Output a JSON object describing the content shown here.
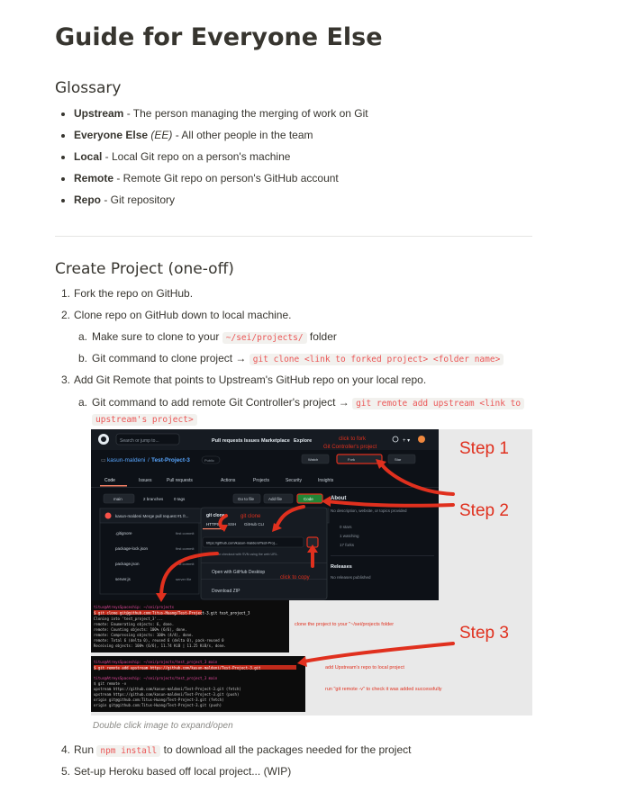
{
  "title": "Guide for Everyone Else",
  "glossary": {
    "heading": "Glossary",
    "items": [
      {
        "term": "Upstream",
        "abbr": "",
        "desc": " - The person managing the merging of work on Git"
      },
      {
        "term": "Everyone Else",
        "abbr": "(EE)",
        "desc": " - All other people in the team"
      },
      {
        "term": "Local",
        "abbr": "",
        "desc": " - Local Git repo on a person's machine"
      },
      {
        "term": "Remote",
        "abbr": "",
        "desc": " - Remote Git repo on person's GitHub account"
      },
      {
        "term": "Repo",
        "abbr": "",
        "desc": " - Git repository"
      }
    ]
  },
  "create": {
    "heading": "Create Project (one-off)",
    "step1": {
      "num": "1.",
      "text": "Fork the repo on GitHub."
    },
    "step2": {
      "num": "2.",
      "text": "Clone repo on GitHub down to local machine.",
      "a": {
        "num": "a.",
        "pre": "Make sure to clone to your ",
        "code": "~/sei/projects/",
        "post": " folder"
      },
      "b": {
        "num": "b.",
        "pre": "Git command to clone project → ",
        "code": "git clone <link to forked project> <folder name>"
      }
    },
    "step3": {
      "num": "3.",
      "text": "Add Git Remote that points to Upstream's GitHub repo on your local repo.",
      "a": {
        "num": "a.",
        "pre": "Git command to add remote Git Controller's project → ",
        "code1": "git remote add upstream <link to",
        "code2": "upstream's project>"
      }
    },
    "step4": {
      "num": "4.",
      "pre": "Run ",
      "code": "npm install",
      "post": " to download all the packages needed for the project"
    },
    "step5": {
      "num": "5.",
      "text": "Set-up Heroku based off local project... (WIP)"
    }
  },
  "screenshot": {
    "caption": "Double click image to expand/open",
    "accent_red": "#e0301e",
    "gh": {
      "search": "Search or jump to...",
      "nav": [
        "Pull requests",
        "Issues",
        "Marketplace",
        "Explore"
      ],
      "repo_owner": "kasun-maldeni",
      "repo_name": "Test-Project-3",
      "repo_badge": "Public",
      "watch": "Watch",
      "fork": "Fork",
      "star": "Star",
      "tabs": [
        "Code",
        "Issues",
        "Pull requests",
        "Actions",
        "Projects",
        "Security",
        "Insights"
      ],
      "branch": "main",
      "branches": "2 branches",
      "tags": "0 tags",
      "goto_file": "Go to file",
      "add_file": "Add file",
      "code_btn": "Code",
      "commit": "kasun-maldeni Merge pull request #1 fr...",
      "files": [
        ".gitignore",
        "package-lock.json",
        "package.json",
        "server.js"
      ],
      "file_msgs": [
        "first commit",
        "first commit",
        "first commit",
        "server file"
      ],
      "about": "About",
      "about_desc": "No description, website, or topics provided",
      "stats": [
        "0 stars",
        "1 watching",
        "17 forks"
      ],
      "releases": "Releases",
      "releases_desc": "No releases published",
      "clone_label": "Clone",
      "clone_tabs": [
        "HTTPS",
        "SSH",
        "GitHub CLI"
      ],
      "clone_url": "https://github.com/kasun-maldeni/Test-Proj...",
      "clone_help": "Use Git or checkout with SVN using the web URL.",
      "open_desktop": "Open with GitHub Desktop",
      "download_zip": "Download ZIP"
    },
    "term1": [
      "titus@AtreysSpaceship: ~/sei/projects",
      "$ git clone git@github.com:Titus-Huang/Test-Project-3.git test_project_3",
      "Cloning into 'test_project_3'...",
      "remote: Enumerating objects: 6, done.",
      "remote: Counting objects: 100% (6/6), done.",
      "remote: Compressing objects: 100% (4/4), done.",
      "remote: Total 6 (delta 0), reused 6 (delta 0), pack-reused 0",
      "Receiving objects: 100% (6/6), 11.74 KiB | 11.25 KiB/s, done."
    ],
    "term2": [
      "titus@AtreysSpaceship: ~/sei/projects/test_project_3 main",
      "$ git remote add upstream https://github.com/kasun-maldeni/Test-Project-3.git",
      "",
      "titus@AtreysSpaceship: ~/sei/projects/test_project_3 main",
      "$ git remote -v",
      "upstream https://github.com/kasun-maldeni/Test-Project-3.git (fetch)",
      "upstream https://github.com/kasun-maldeni/Test-Project-3.git (push)",
      "origin  git@github.com:Titus-Huang/Test-Project-3.git (fetch)",
      "origin  git@github.com:Titus-Huang/Test-Project-3.git (push)"
    ],
    "ann": {
      "fork1": "click to fork",
      "fork2": "Git Controller's project",
      "step1": "Step 1",
      "step2": "Step 2",
      "step3": "Step 3",
      "git_clone": "git clone",
      "copy": "click to copy",
      "clone_note": "clone the project to your \"~/sei/projects folder",
      "upstream_note": "add Upstream's repo to local project",
      "verify_note": "run \"git remote -v\" to check it was added successfully"
    }
  }
}
